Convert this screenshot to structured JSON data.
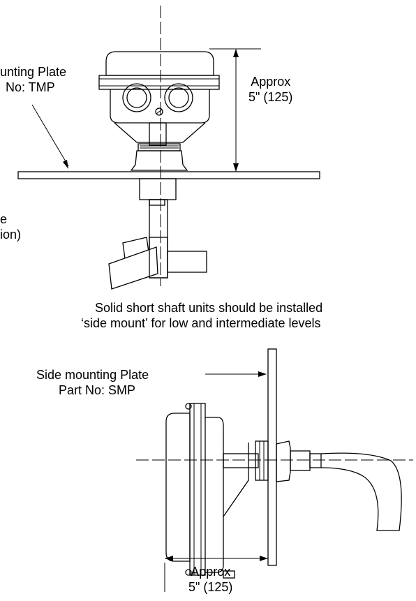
{
  "top_view": {
    "plate_label_line1": "unting Plate",
    "plate_label_line2": "No: TMP",
    "height_label_line1": "Approx",
    "height_label_line2": "5\" (125)",
    "cut_label_line1": "e",
    "cut_label_line2": "ion)"
  },
  "note": {
    "line1": "Solid short shaft units should be installed",
    "line2": "‘side mount’ for low and intermediate levels"
  },
  "side_view": {
    "plate_label_line1": "Side mounting Plate",
    "plate_label_line2": "Part No: SMP",
    "width_label_line1": "Approx",
    "width_label_line2": "5\" (125)"
  }
}
